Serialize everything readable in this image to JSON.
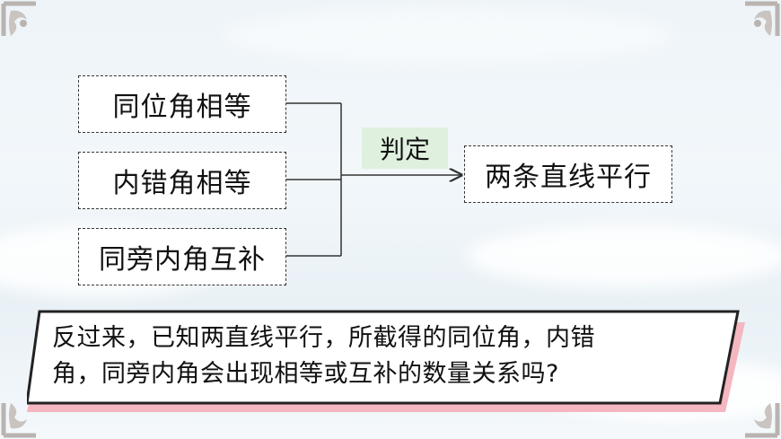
{
  "diagram": {
    "conditions": [
      "同位角相等",
      "内错角相等",
      "同旁内角互补"
    ],
    "relation_label": "判定",
    "conclusion": "两条直线平行"
  },
  "question": {
    "line1": "反过来，已知两直线平行，所截得的同位角，内错",
    "line2": "角，同旁内角会出现相等或互补的数量关系吗?"
  },
  "colors": {
    "label_bg": "#dff0de",
    "question_shadow": "#f4b6bf",
    "ornament": "#b9b4b0"
  }
}
